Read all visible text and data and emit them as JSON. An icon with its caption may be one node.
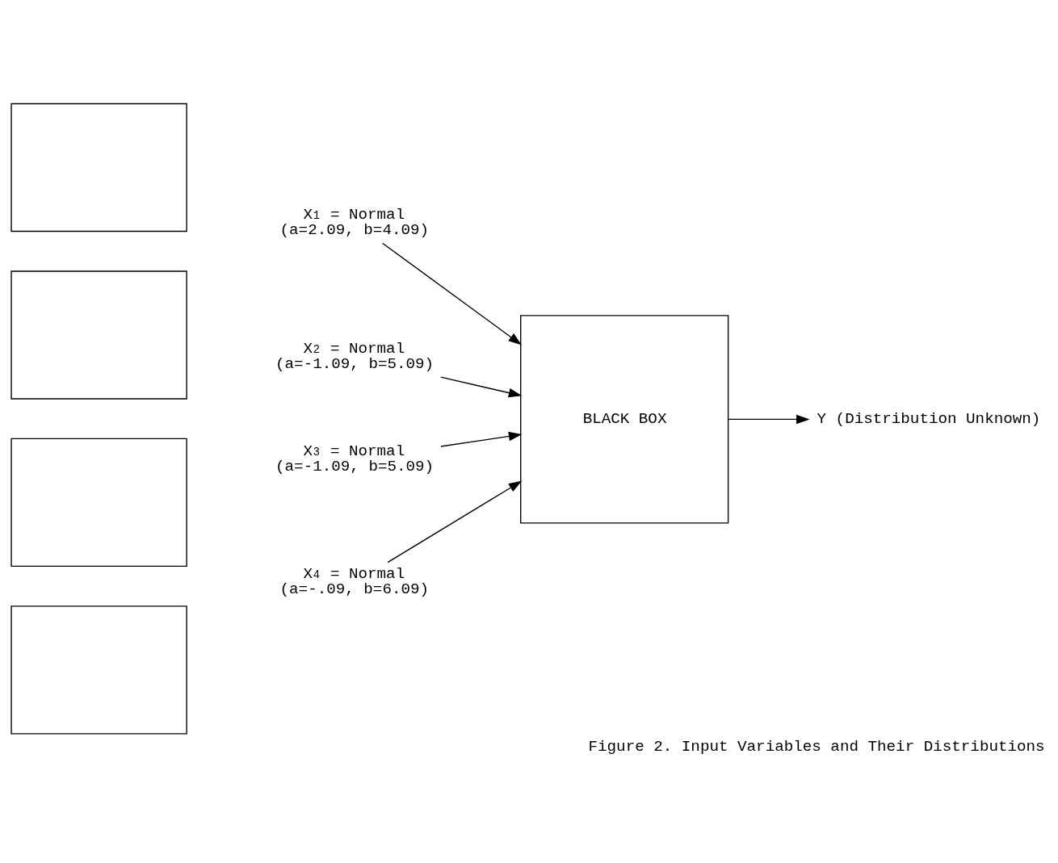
{
  "diagram": {
    "caption": "Figure 2. Input Variables and Their Distributions",
    "nodes": [
      {
        "text": [],
        "shape": "box"
      },
      {
        "text": [],
        "shape": "box"
      },
      {
        "text": [],
        "shape": "box"
      },
      {
        "text": [],
        "shape": "box"
      },
      {
        "text": [
          "X$_{1}$ = Normal",
          "(a=2.09, b=4.09)"
        ]
      },
      {
        "text": [
          "X$_{2}$ = Normal",
          "(a=-1.09, b=5.09)"
        ]
      },
      {
        "text": [
          "X$_{3}$ = Normal",
          "(a=-1.09, b=5.09)"
        ]
      },
      {
        "text": [
          "X$_{4}$ = Normal",
          "(a=-.09, b=6.09)"
        ]
      },
      {
        "text": [
          "BLACK BOX"
        ]
      },
      {
        "text": [
          "Y (Distribution Unknown)"
        ]
      }
    ],
    "edges": [
      {
        "from": 4,
        "to": 8,
        "arrow": "to"
      },
      {
        "from": 5,
        "to": 8,
        "arrow": "to"
      },
      {
        "from": 6,
        "to": 8,
        "arrow": "to"
      },
      {
        "from": 7,
        "to": 8,
        "arrow": "to"
      },
      {
        "from": 8,
        "to": 9,
        "arrow": "to"
      }
    ]
  }
}
